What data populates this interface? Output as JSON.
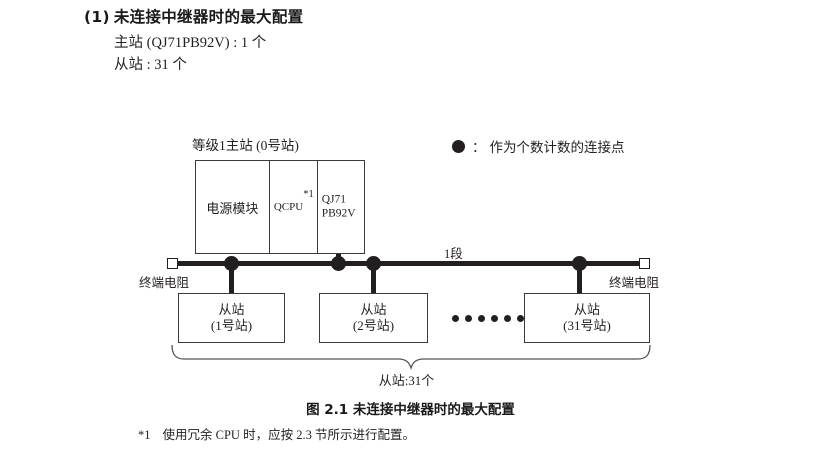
{
  "heading": {
    "number": "(1)",
    "title": "未连接中继器时的最大配置",
    "spec_master": "主站 (QJ71PB92V) : 1 个",
    "spec_slave": "从站 : 31 个"
  },
  "legend": {
    "marker_icon": "filled-circle-icon",
    "colon": "：",
    "text": "作为个数计数的连接点"
  },
  "diagram": {
    "master": {
      "caption": "等级1主站 (0号站)",
      "slots": [
        {
          "name": "power-supply-module",
          "label": "电源模块"
        },
        {
          "name": "cpu-module",
          "label": "QCPU",
          "superscript": "*1"
        },
        {
          "name": "profibus-master-module",
          "label": "QJ71\nPB92V",
          "label_line1": "QJ71",
          "label_line2": "PB92V"
        }
      ]
    },
    "bus": {
      "segment_label": "1段",
      "terminator_left": "终端电阻",
      "terminator_right": "终端电阻"
    },
    "slaves": [
      {
        "title": "从站",
        "station": "(1号站)"
      },
      {
        "title": "从站",
        "station": "(2号站)"
      },
      {
        "title": "从站",
        "station": "(31号站)"
      }
    ],
    "ellipsis_dot_count": 6,
    "brace_label": "从站:31个"
  },
  "figure_caption": "图 2.1  未连接中继器时的最大配置",
  "footnote": {
    "mark": "*1",
    "text": "使用冗余 CPU 时，应按 2.3 节所示进行配置。"
  },
  "colors": {
    "ink": "#231f20",
    "line": "#3a3a3a",
    "background": "#ffffff"
  }
}
